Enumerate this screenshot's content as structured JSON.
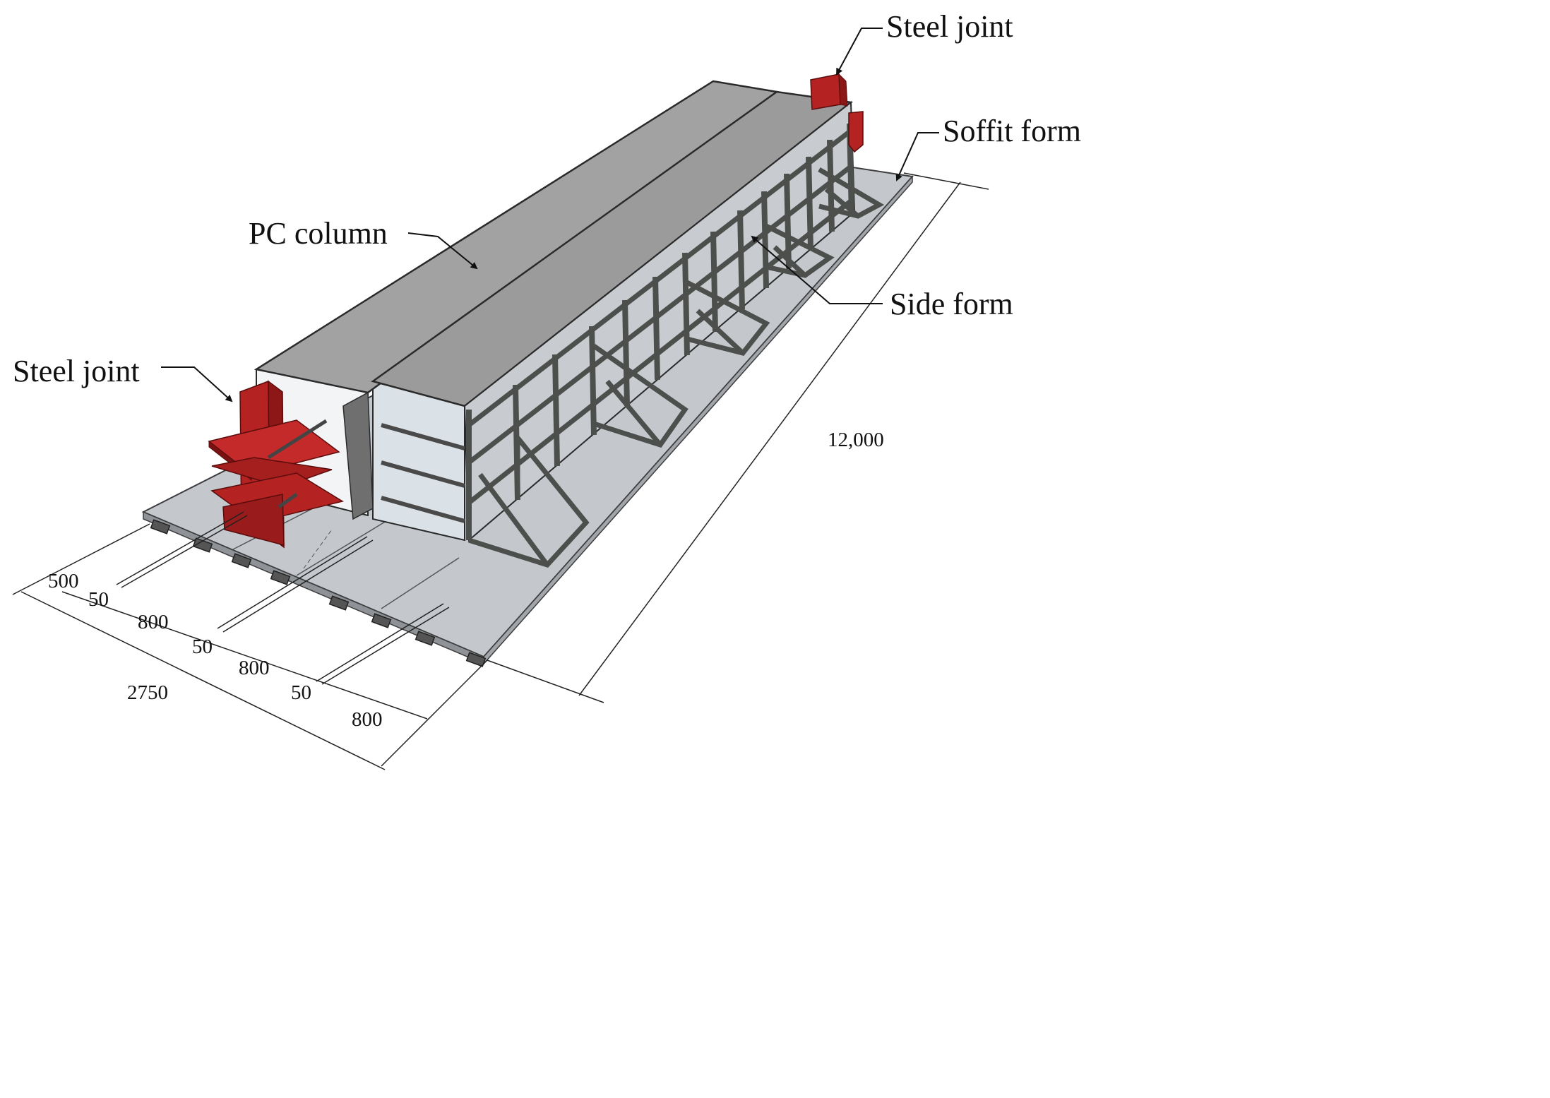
{
  "labels": {
    "steel_joint_top": "Steel joint",
    "steel_joint_left": "Steel joint",
    "soffit_form": "Soffit form",
    "pc_column": "PC column",
    "side_form": "Side form"
  },
  "dimensions": {
    "length": "12,000",
    "width_total": "2750",
    "segments": [
      "500",
      "50",
      "800",
      "50",
      "800",
      "50",
      "800"
    ]
  },
  "colors": {
    "steel_joint": "#b52222",
    "pc_column_top": "#9a9a9a",
    "soffit_form": "#c9ccd1",
    "side_form_frame": "#4d4f4c",
    "formwork_panel": "#dde3e8"
  }
}
